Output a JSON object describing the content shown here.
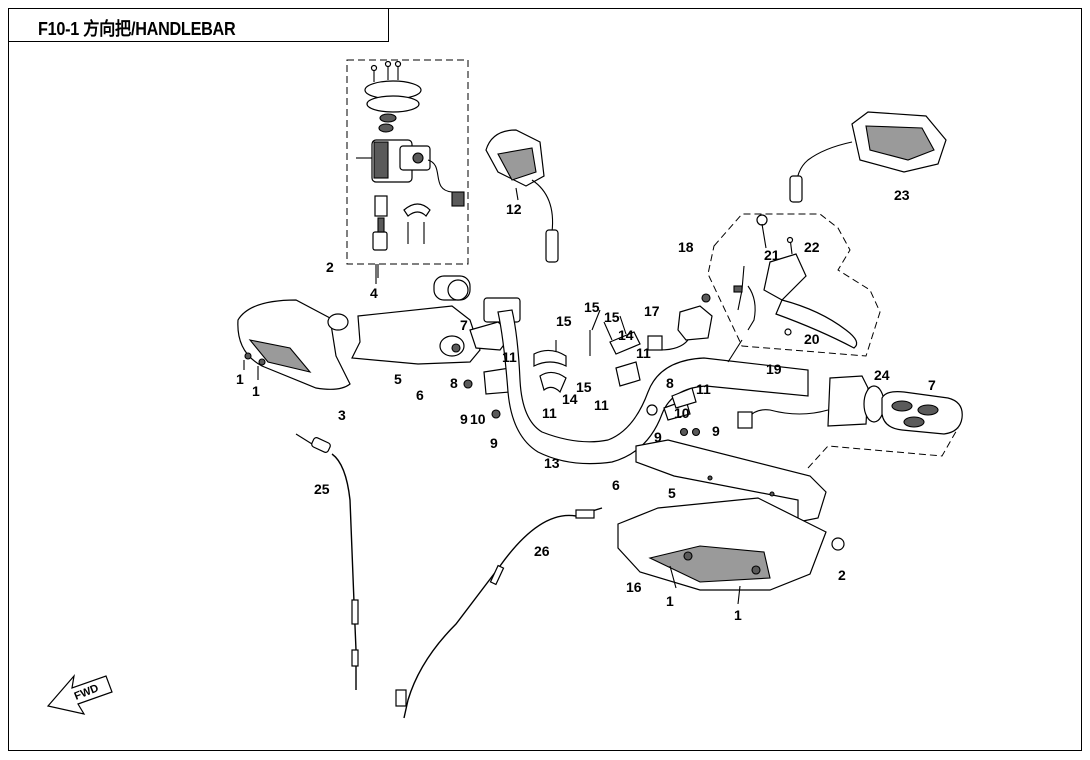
{
  "title": "F10-1 方向把/HANDLEBAR",
  "fwd_label": "FWD",
  "callouts": [
    "1",
    "1",
    "1",
    "1",
    "2",
    "2",
    "3",
    "4",
    "5",
    "5",
    "6",
    "6",
    "7",
    "7",
    "8",
    "8",
    "9",
    "9",
    "9",
    "9",
    "10",
    "10",
    "11",
    "11",
    "11",
    "11",
    "11",
    "12",
    "13",
    "14",
    "14",
    "15",
    "15",
    "15",
    "15",
    "16",
    "17",
    "18",
    "19",
    "20",
    "21",
    "22",
    "23",
    "24",
    "25",
    "26"
  ]
}
